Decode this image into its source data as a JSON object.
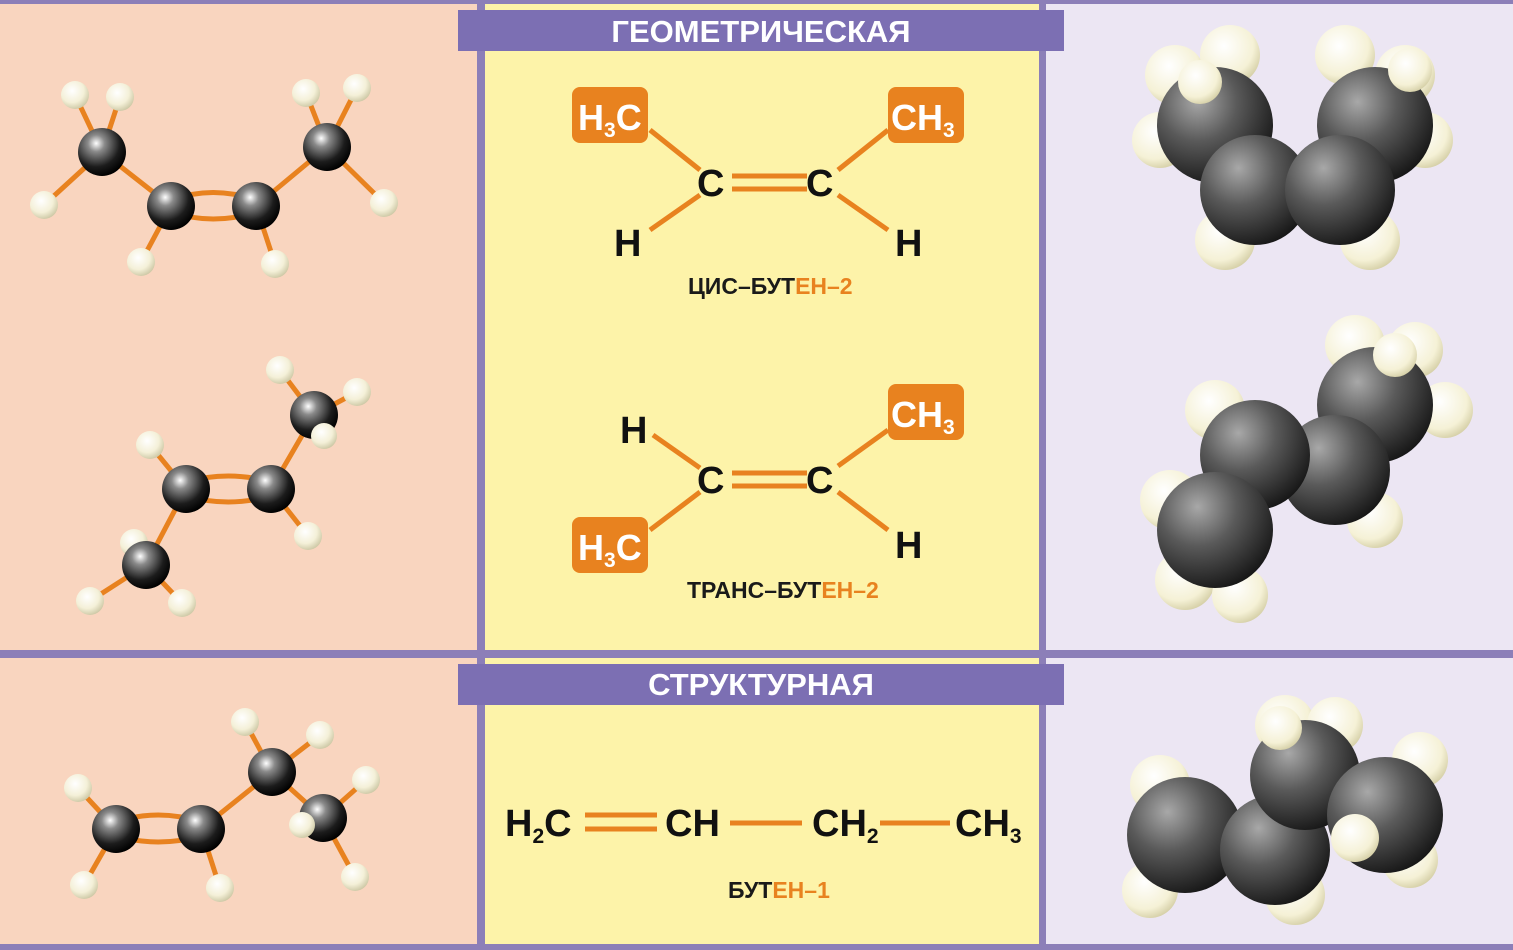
{
  "headers": {
    "geometric": "ГЕОМЕТРИЧЕСКАЯ",
    "structural": "СТРУКТУРНАЯ"
  },
  "atoms": {
    "carbon": "C",
    "hydrogen": "H",
    "ch_group": "CH",
    "h_letter": "H",
    "c_letter": "C",
    "sub2": "2",
    "sub3": "3"
  },
  "names": {
    "cis": {
      "prefix": "ЦИС–БУТ",
      "suffix": "ЕН–2"
    },
    "trans": {
      "prefix": "ТРАНС–БУТ",
      "suffix": "ЕН–2"
    },
    "butene1": {
      "prefix": "БУТ",
      "suffix": "ЕН–1"
    }
  },
  "colors": {
    "left_panel": "#f9d5bf",
    "center_panel": "#fdf3a9",
    "right_panel": "#ece6f3",
    "divider": "#8c7fb8",
    "header_bar": "#7c6fb3",
    "accent_orange": "#e8821f",
    "bond_orange": "#e8821f"
  }
}
